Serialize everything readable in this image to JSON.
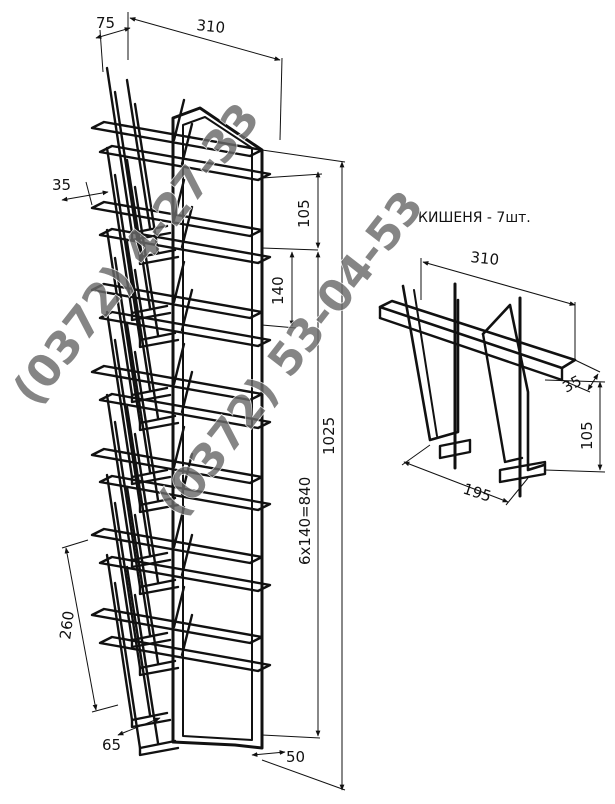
{
  "drawing": {
    "dimensions": {
      "depth_top": "75",
      "width_top": "310",
      "pocket_depth": "35",
      "pitch_1": "105",
      "pitch_2": "140",
      "pitch_total": "6x140=840",
      "overall_height": "1025",
      "pocket_height": "260",
      "bottom_depth": "65",
      "bottom_offset": "50"
    },
    "detail": {
      "caption": "КИШЕНЯ - 7шт.",
      "width": "310",
      "depth": "35",
      "height": "105",
      "inner_width": "195"
    }
  },
  "watermarks": {
    "phone_1": "(0372) 4-27-33",
    "phone_2": "(0372) 53-04-53"
  },
  "colors": {
    "line": "#111111",
    "watermark": "#6b6b6b"
  }
}
